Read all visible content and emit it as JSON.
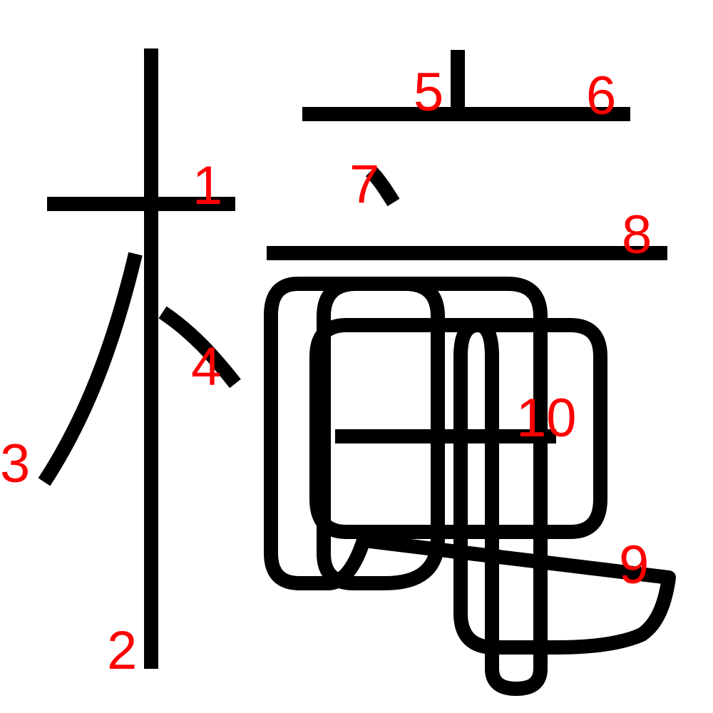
{
  "colors": {
    "stroke": "#000000",
    "label": "#ff0000",
    "background": "#ffffff"
  },
  "labels": [
    "1",
    "2",
    "3",
    "4",
    "5",
    "6",
    "7",
    "8",
    "9",
    "10"
  ]
}
